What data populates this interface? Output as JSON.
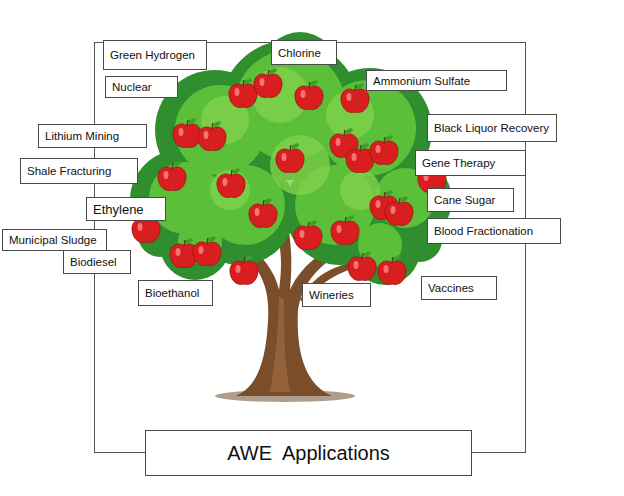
{
  "diagram": {
    "title": "AWE  Applications",
    "nodes": [
      {
        "text": [
          "Green Hydrogen"
        ]
      },
      {
        "text": [
          "Chlorine"
        ]
      },
      {
        "text": [
          "Nuclear"
        ]
      },
      {
        "text": [
          "Ammonium Sulfate"
        ]
      },
      {
        "text": [
          "Lithium Mining"
        ]
      },
      {
        "text": [
          "Black Liquor Recovery"
        ]
      },
      {
        "text": [
          "Shale Fracturing"
        ]
      },
      {
        "text": [
          "Gene Therapy"
        ]
      },
      {
        "text": [
          "Ethylene"
        ]
      },
      {
        "text": [
          "Cane Sugar"
        ]
      },
      {
        "text": [
          "Municipal Sludge"
        ]
      },
      {
        "text": [
          "Blood Fractionation"
        ]
      },
      {
        "text": [
          "Biodiesel"
        ]
      },
      {
        "text": [
          "Bioethanol"
        ]
      },
      {
        "text": [
          "Wineries"
        ]
      },
      {
        "text": [
          "Vaccines"
        ]
      }
    ]
  }
}
